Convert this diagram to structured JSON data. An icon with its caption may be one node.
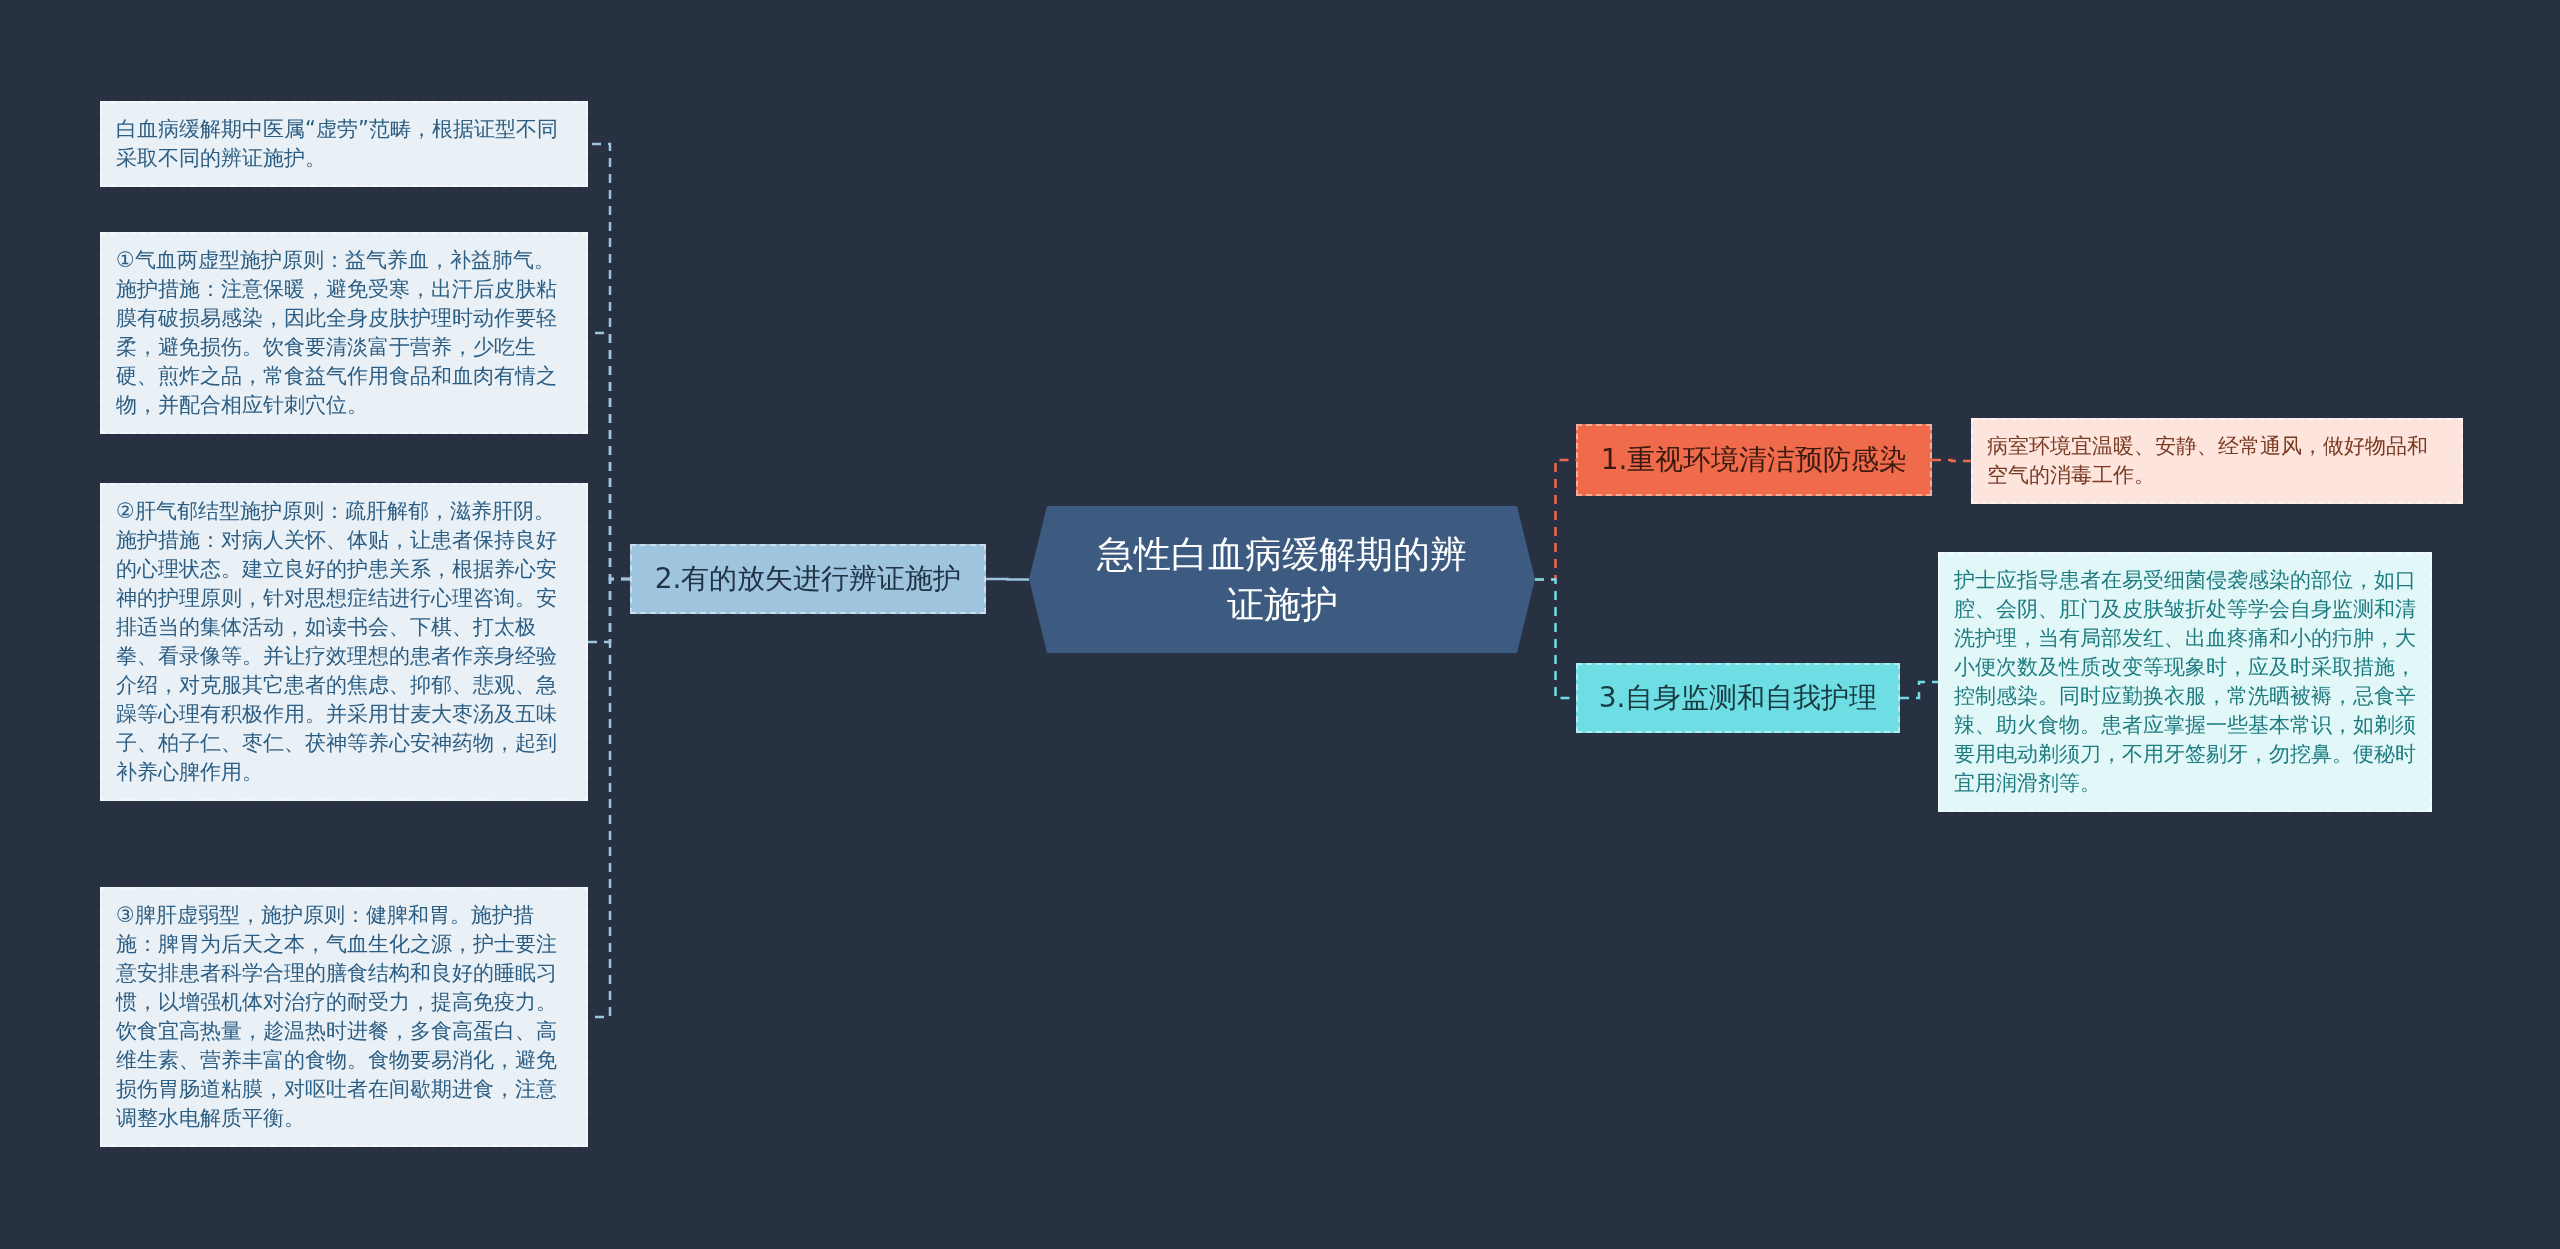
{
  "diagram": {
    "nodes": [
      {
        "text": [
          "急性白血病缓解期的辨证施护"
        ]
      },
      {
        "text": [
          "1.重视环境清洁预防感染"
        ]
      },
      {
        "text": [
          "病室环境宜温暖、安静、经常通风，做好物品和空气的消毒工作。"
        ]
      },
      {
        "text": [
          "2.有的放矢进行辨证施护"
        ]
      },
      {
        "text": [
          "白血病缓解期中医属“虚劳”范畴，根据证型不同采取不同的辨证施护。"
        ]
      },
      {
        "text": [
          "①气血两虚型施护原则：益气养血，补益肺气。施护措施：注意保暖，避免受寒，出汗后皮肤粘膜有破损易感染，因此全身皮肤护理时动作要轻柔，避免损伤。饮食要清淡富于营养，少吃生硬、煎炸之品，常食益气作用食品和血肉有情之物，并配合相应针刺穴位。"
        ]
      },
      {
        "text": [
          "②肝气郁结型施护原则：疏肝解郁，滋养肝阴。施护措施：对病人关怀、体贴，让患者保持良好的心理状态。建立良好的护患关系，根据养心安神的护理原则，针对思想症结进行心理咨询。安排适当的集体活动，如读书会、下棋、打太极拳、看录像等。并让疗效理想的患者作亲身经验介绍，对克服其它患者的焦虑、抑郁、悲观、急躁等心理有积极作用。并采用甘麦大枣汤及五味子、柏子仁、枣仁、茯神等养心安神药物，起到补养心脾作用。"
        ]
      },
      {
        "text": [
          "③脾肝虚弱型，施护原则：健脾和胃。施护措施：脾胃为后天之本，气血生化之源，护士要注意安排患者科学合理的膳食结构和良好的睡眠习惯，以增强机体对治疗的耐受力，提高免疫力。饮食宜高热量，趁温热时进餐，多食高蛋白、高维生素、营养丰富的食物。食物要易消化，避免损伤胃肠道粘膜，对呕吐者在间歇期进食，注意调整水电解质平衡。"
        ]
      },
      {
        "text": [
          "3.自身监测和自我护理"
        ]
      },
      {
        "text": [
          "护士应指导患者在易受细菌侵袭感染的部位，如口腔、会阴、肛门及皮肤皱折处等学会自身监测和清洗护理，当有局部发红、出血疼痛和小的疖肿，大小便次数及性质改变等现象时，应及时采取措施，控制感染。同时应勤换衣服，常洗晒被褥，忌食辛辣、助火食物。患者应掌握一些基本常识，如剃须要用电动剃须刀，不用牙签剔牙，勿挖鼻。便秘时宜用润滑剂等。"
        ]
      }
    ],
    "edges": [
      {
        "from": 0,
        "to": 1,
        "arrow": "none",
        "style": "dashed",
        "color": "#ee6a4c"
      },
      {
        "from": 1,
        "to": 2,
        "arrow": "none",
        "style": "dashed",
        "color": "#ee6a4c"
      },
      {
        "from": 0,
        "to": 3,
        "arrow": "none"
      },
      {
        "from": 3,
        "to": 4,
        "arrow": "none",
        "style": "dashed"
      },
      {
        "from": 3,
        "to": 5,
        "arrow": "none",
        "style": "dashed"
      },
      {
        "from": 3,
        "to": 6,
        "arrow": "none",
        "style": "dashed"
      },
      {
        "from": 3,
        "to": 7,
        "arrow": "none",
        "style": "dashed"
      },
      {
        "from": 0,
        "to": 8,
        "arrow": "none",
        "style": "dashed",
        "color": "#6fdde3"
      },
      {
        "from": 8,
        "to": 9,
        "arrow": "none",
        "style": "dashed",
        "color": "#6fdde3"
      }
    ]
  }
}
